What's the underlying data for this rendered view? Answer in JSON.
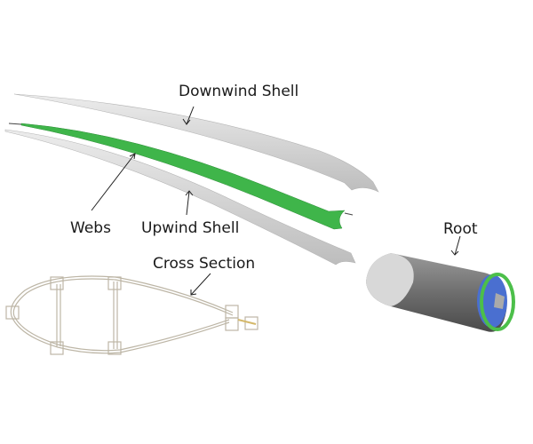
{
  "labels": {
    "downwind_shell": "Downwind Shell",
    "webs": "Webs",
    "upwind_shell": "Upwind Shell",
    "cross_section": "Cross Section",
    "root": "Root"
  },
  "colors": {
    "shell": "#d6d6d6",
    "web": "#3fb54a",
    "root_body": "#7a7a7a",
    "root_insert": "#4a6fd0",
    "root_ring": "#4cbf4a"
  }
}
